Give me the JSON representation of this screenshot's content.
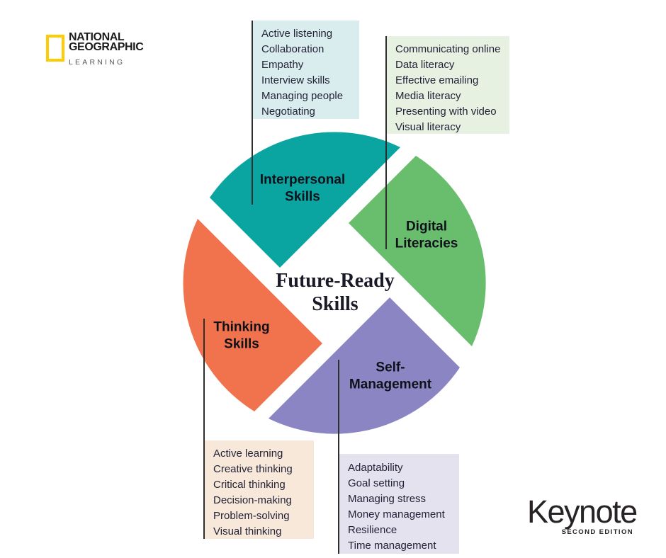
{
  "branding": {
    "natgeo": {
      "name_line1": "NATIONAL",
      "name_line2": "GEOGRAPHIC",
      "sub_label": "LEARNING",
      "frame_color": "#FFCB05",
      "sub_color": "#57575c"
    },
    "keynote": {
      "title": "Keynote",
      "edition": "SECOND EDITION",
      "color": "#262226"
    }
  },
  "diagram": {
    "center_title": {
      "line1": "Future-Ready",
      "line2": "Skills"
    },
    "connector_color": "#2e2e2e",
    "quadrants": [
      {
        "label1": "Interpersonal",
        "label2": "Skills",
        "color": "#0BA5A1",
        "box_color": "#DAEDEE",
        "items": [
          "Active listening",
          "Collaboration",
          "Empathy",
          "Interview skills",
          "Managing people",
          "Negotiating"
        ]
      },
      {
        "label1": "Digital",
        "label2": "Literacies",
        "color": "#68BE6C",
        "box_color": "#E7F1E1",
        "items": [
          "Communicating online",
          "Data literacy",
          "Effective emailing",
          "Media literacy",
          "Presenting with video",
          "Visual literacy"
        ]
      },
      {
        "label1": "Thinking",
        "label2": "Skills",
        "color": "#F0734D",
        "box_color": "#F8E8D9",
        "items": [
          "Active learning",
          "Creative thinking",
          "Critical thinking",
          "Decision-making",
          "Problem-solving",
          "Visual thinking"
        ]
      },
      {
        "label1": "Self-",
        "label2": "Management",
        "color": "#8C85C3",
        "box_color": "#E4E2EF",
        "items": [
          "Adaptability",
          "Goal setting",
          "Managing stress",
          "Money management",
          "Resilience",
          "Time management"
        ]
      }
    ]
  }
}
